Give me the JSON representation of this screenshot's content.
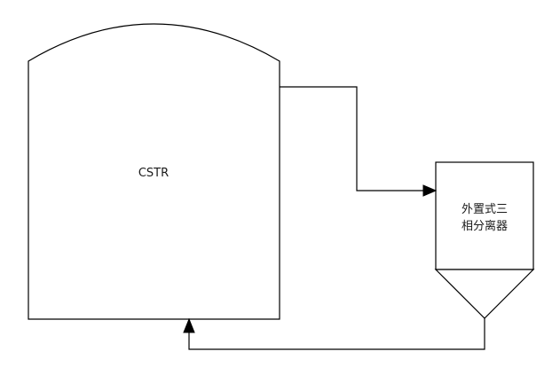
{
  "reactor": {
    "label": "CSTR"
  },
  "separator": {
    "label_line1": "外置式三",
    "label_line2": "相分离器"
  }
}
